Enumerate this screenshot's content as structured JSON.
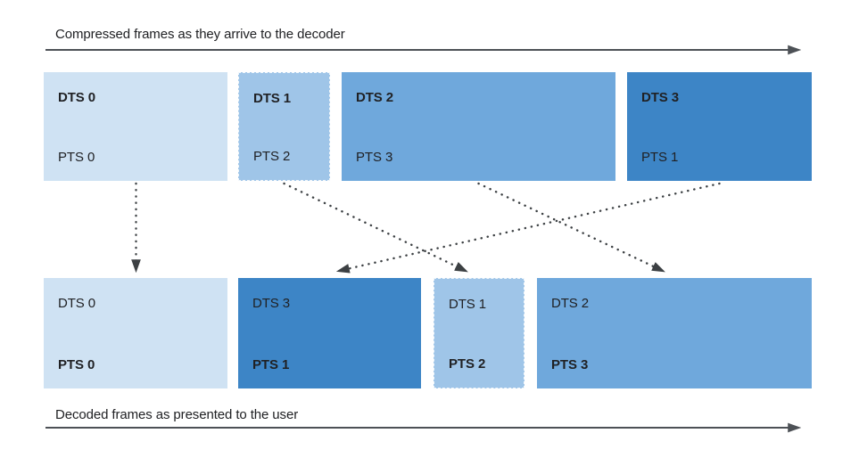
{
  "captions": {
    "top": "Compressed frames as they arrive to the decoder",
    "bottom": "Decoded frames as presented to the user"
  },
  "top_row": [
    {
      "dts": "DTS 0",
      "pts": "PTS 0",
      "color": "#cfe2f3"
    },
    {
      "dts": "DTS 1",
      "pts": "PTS 2",
      "color": "#9fc5e8"
    },
    {
      "dts": "DTS 2",
      "pts": "PTS 3",
      "color": "#6fa8dc"
    },
    {
      "dts": "DTS 3",
      "pts": "PTS 1",
      "color": "#3d85c6"
    }
  ],
  "bottom_row": [
    {
      "dts": "DTS 0",
      "pts": "PTS 0",
      "color": "#cfe2f3"
    },
    {
      "dts": "DTS 3",
      "pts": "PTS 1",
      "color": "#3d85c6"
    },
    {
      "dts": "DTS 1",
      "pts": "PTS 2",
      "color": "#9fc5e8"
    },
    {
      "dts": "DTS 2",
      "pts": "PTS 3",
      "color": "#6fa8dc"
    }
  ],
  "arrows": [
    {
      "from": "compressed DTS 0",
      "to": "decoded DTS 0 / PTS 0"
    },
    {
      "from": "compressed DTS 1",
      "to": "decoded DTS 1 / PTS 2"
    },
    {
      "from": "compressed DTS 2",
      "to": "decoded DTS 2 / PTS 3"
    },
    {
      "from": "compressed DTS 3",
      "to": "decoded DTS 3 / PTS 1"
    }
  ],
  "colors": {
    "frame_blue_lightest": "#cfe2f3",
    "frame_blue_light": "#9fc5e8",
    "frame_blue_medium": "#6fa8dc",
    "frame_blue_dark": "#3d85c6",
    "timeline_arrow": "#4d5156",
    "dotted_arrow": "#3c4043",
    "text": "#202124"
  }
}
